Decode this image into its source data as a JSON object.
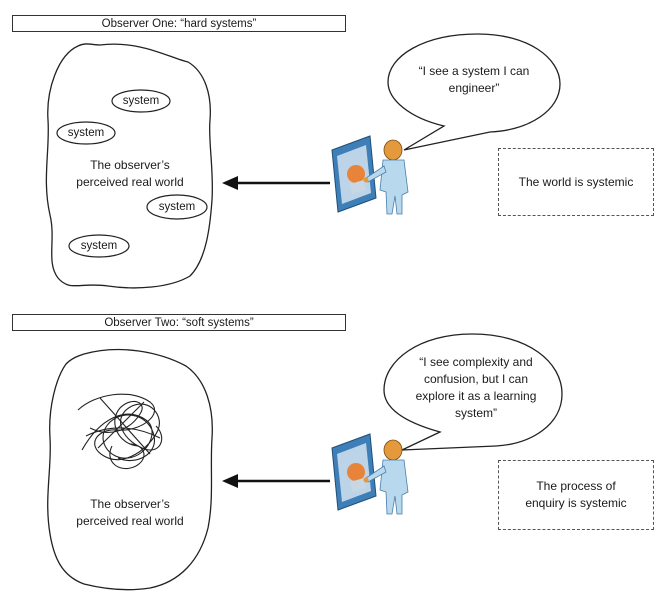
{
  "panels": [
    {
      "title": "Observer One: “hard systems”",
      "world_label_line1": "The observer’s",
      "world_label_line2": "perceived real world",
      "system_labels": [
        "system",
        "system",
        "system",
        "system"
      ],
      "speech_line1": "“I see a system I can",
      "speech_line2": "engineer”",
      "box_text": "The world is systemic"
    },
    {
      "title": "Observer Two: “soft systems”",
      "world_label_line1": "The observer’s",
      "world_label_line2": "perceived real world",
      "speech_line1": "“I see complexity and",
      "speech_line2": "confusion, but I can",
      "speech_line3": "explore it as a learning",
      "speech_line4": "system”",
      "box_line1": "The process of",
      "box_line2": "enquiry is systemic"
    }
  ],
  "colors": {
    "figure_body": "#b8d8ee",
    "figure_head": "#e49a3c",
    "screen_frame": "#3f7fb8",
    "screen_inner": "#e8843a"
  },
  "icons": [
    "observer-figure-icon",
    "monitor-icon",
    "arrow-icon",
    "speech-bubble-icon",
    "scribble-icon"
  ]
}
